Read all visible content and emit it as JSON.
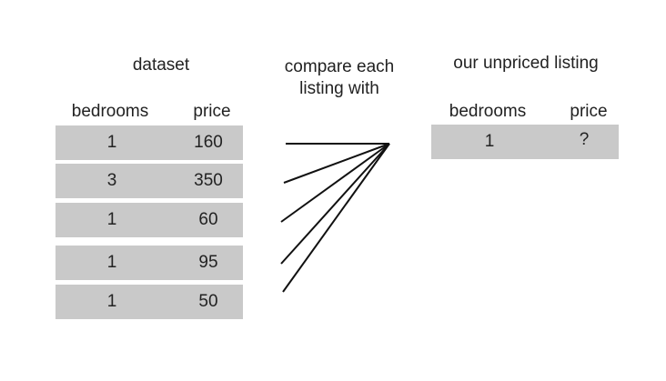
{
  "dataset": {
    "title": "dataset",
    "columns": [
      "bedrooms",
      "price"
    ],
    "rows": [
      {
        "bedrooms": "1",
        "price": "160"
      },
      {
        "bedrooms": "3",
        "price": "350"
      },
      {
        "bedrooms": "1",
        "price": "60"
      },
      {
        "bedrooms": "1",
        "price": "95"
      },
      {
        "bedrooms": "1",
        "price": "50"
      }
    ]
  },
  "compare_label": {
    "line1": "compare each",
    "line2": "listing with"
  },
  "unpriced": {
    "title": "our unpriced listing",
    "columns": [
      "bedrooms",
      "price"
    ],
    "row": {
      "bedrooms": "1",
      "price": "?"
    }
  },
  "colors": {
    "row_fill": "#c9c9c9",
    "line": "#111111",
    "text": "#222222"
  }
}
